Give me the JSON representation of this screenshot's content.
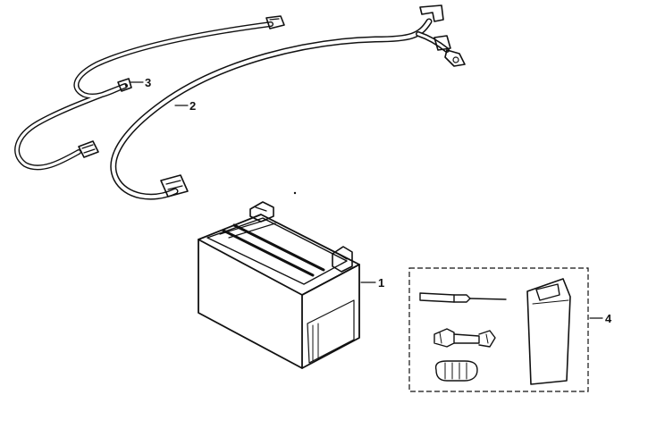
{
  "callouts": {
    "battery": "1",
    "positive_cable": "2",
    "negative_cable": "3",
    "tool_kit": "4"
  },
  "colors": {
    "ink": "#111111",
    "paper": "#ffffff"
  }
}
